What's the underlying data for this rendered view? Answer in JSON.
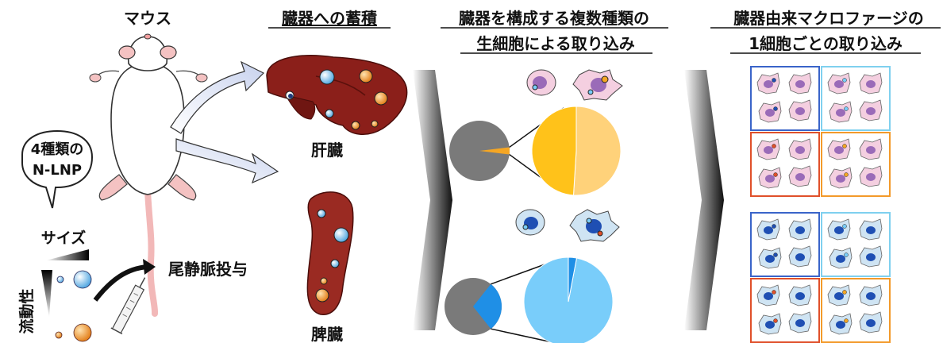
{
  "headers": {
    "mouse": "マウス",
    "accumulation": "臓器への蓄積",
    "cell_types_1": "臓器を構成する複数種類の",
    "cell_types_2": "生細胞による取り込み",
    "single_cell_1": "臓器由来マクロファージの",
    "single_cell_2": "1細胞ごとの取り込み"
  },
  "labels": {
    "lnp_1": "4種類の",
    "lnp_2": "N-LNP",
    "size": "サイズ",
    "fluidity": "流動性",
    "injection": "尾静脈投与",
    "liver": "肝臓",
    "spleen": "脾臓"
  },
  "colors": {
    "liver": "#8b1f1a",
    "spleen": "#9a2a22",
    "gray": "#7a7a7a",
    "orange": "#f5a623",
    "orange_light": "#ffd27a",
    "orange_mid": "#ffc21a",
    "blue": "#1f8fe6",
    "blue_light": "#79cdfa",
    "cell_pink": "#f4cfe0",
    "cell_blue": "#cfe4f3",
    "box_blue": "#3a64c9",
    "box_lightblue": "#7fd0ef",
    "box_red": "#e0502a",
    "box_orange": "#f39a2a"
  },
  "chart_data": [
    {
      "type": "pie",
      "description_of_organ": "liver",
      "slices": [
        {
          "label": "",
          "value": 51
        },
        {
          "label": "",
          "value": 49
        }
      ]
    },
    {
      "type": "pie",
      "description_of_organ": "spleen",
      "slices": [
        {
          "label": "",
          "value": 97
        },
        {
          "label": "",
          "value": 3
        }
      ]
    }
  ]
}
